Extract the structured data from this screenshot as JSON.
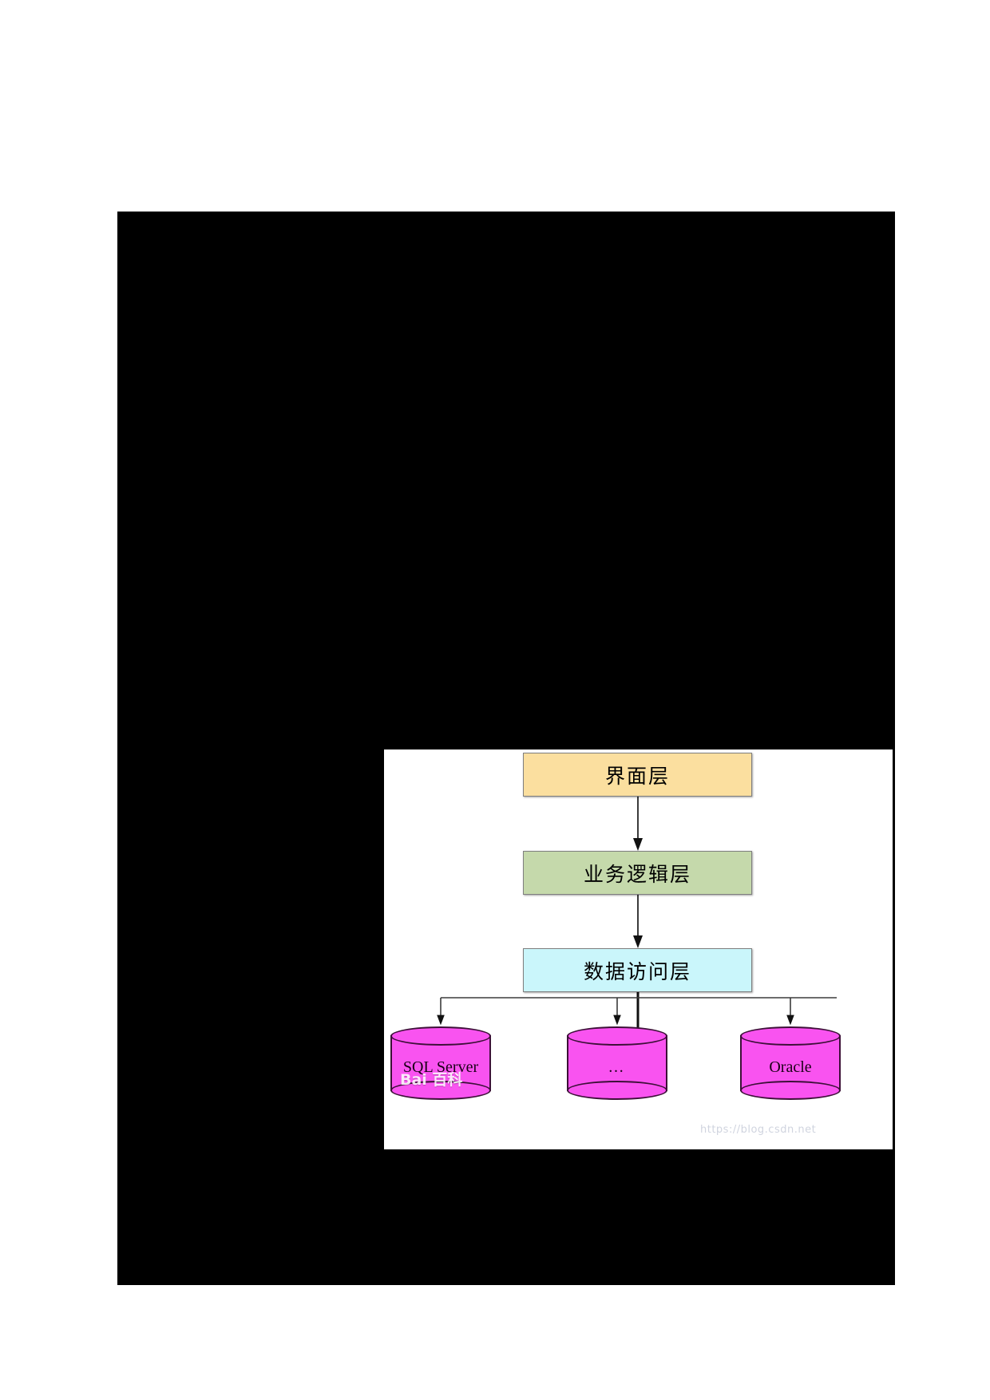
{
  "document": {
    "background_color": "#ffffff",
    "content_block_color": "#000000"
  },
  "figure": {
    "panel_background": "#ffffff",
    "title": "",
    "layers": [
      {
        "id": "ui-layer",
        "label": "界面层",
        "fill": "#fbdf9f",
        "stroke": "#7f7f7f"
      },
      {
        "id": "biz-layer",
        "label": "业务逻辑层",
        "fill": "#c5d9ab",
        "stroke": "#7f7f7f"
      },
      {
        "id": "data-layer",
        "label": "数据访问层",
        "fill": "#caf6fb",
        "stroke": "#7f7f7f"
      }
    ],
    "databases": [
      {
        "id": "sql-server",
        "label": "SQL Server",
        "fill": "#f953f0",
        "stroke": "#3d1038"
      },
      {
        "id": "ellipsis",
        "label": "…",
        "fill": "#f953f0",
        "stroke": "#3d1038"
      },
      {
        "id": "oracle",
        "label": "Oracle",
        "fill": "#f953f0",
        "stroke": "#3d1038"
      }
    ],
    "connectors": [
      {
        "from": "ui-layer",
        "to": "biz-layer",
        "style": "arrow-down"
      },
      {
        "from": "biz-layer",
        "to": "data-layer",
        "style": "arrow-down"
      },
      {
        "from": "data-layer",
        "to": "sql-server",
        "style": "branch-arrow"
      },
      {
        "from": "data-layer",
        "to": "ellipsis",
        "style": "branch-arrow"
      },
      {
        "from": "data-layer",
        "to": "oracle",
        "style": "branch-arrow"
      }
    ],
    "watermarks": {
      "baidu": "Bai 百科",
      "site": "https://blog.csdn.net"
    }
  }
}
